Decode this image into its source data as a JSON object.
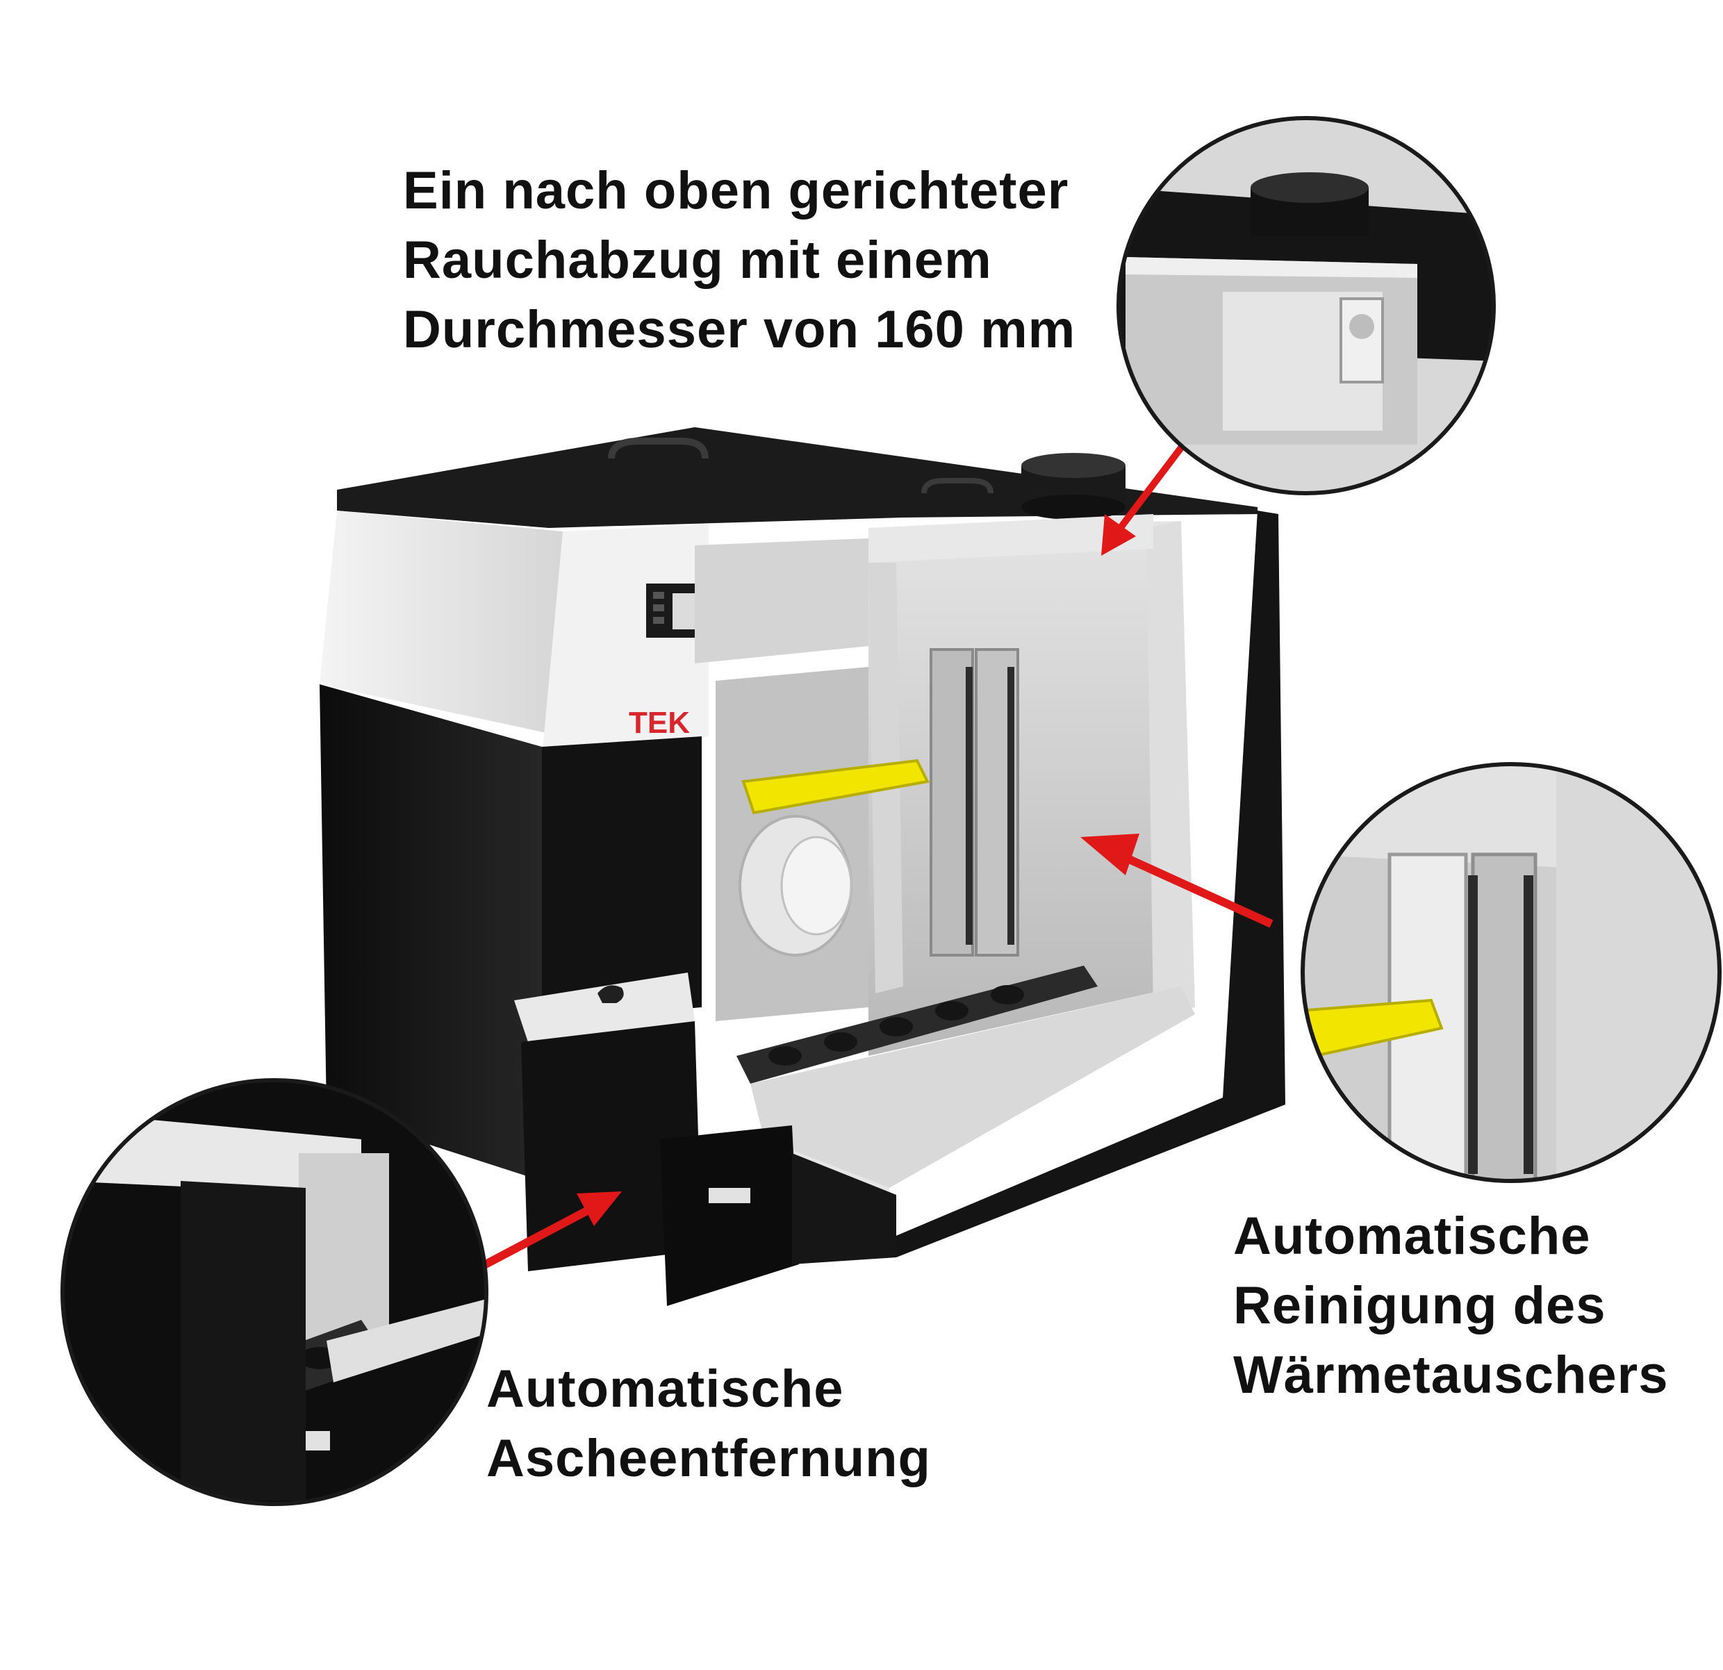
{
  "labels": {
    "flue": [
      "Ein nach oben gerichteter",
      "Rauchabzug mit einem",
      "Durchmesser von 160 mm"
    ],
    "heat_exchanger": [
      "Automatische",
      "Reinigung des",
      "Wärmetauschers"
    ],
    "ash": [
      "Automatische",
      "Ascheentfernung"
    ]
  },
  "brand_mark": "TEK",
  "colors": {
    "arrow": "#e01818",
    "yellow_plate": "#f2e600",
    "boiler_black": "#151515",
    "boiler_white": "#ececec",
    "interior_grey": "#c8c8c8",
    "brand_red": "#d8262c"
  }
}
